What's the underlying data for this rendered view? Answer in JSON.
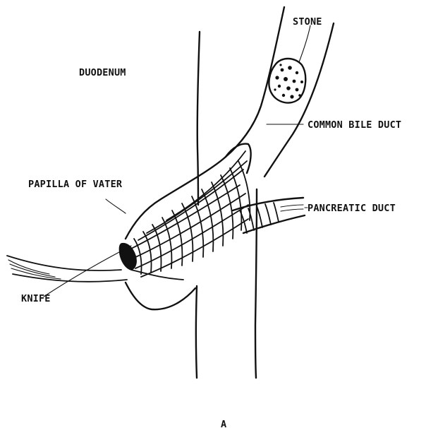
{
  "labels": {
    "stone": "STONE",
    "duodenum": "DUODENUM",
    "common_bile_duct": "COMMON BILE DUCT",
    "papilla_of_vater": "PAPILLA OF VATER",
    "pancreatic_duct": "PANCREATIC DUCT",
    "knife": "KNIFE",
    "figure_letter": "A"
  }
}
